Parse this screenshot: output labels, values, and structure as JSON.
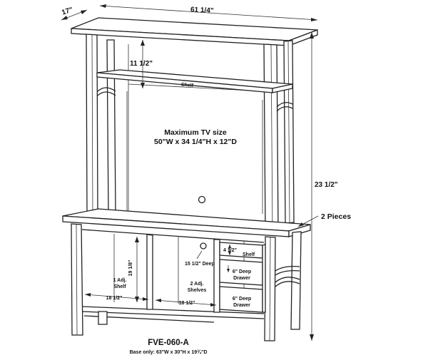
{
  "dimensions": {
    "depth": "17\"",
    "width": "61 1/4\"",
    "hutch_shelf_gap": "11 1/2\"",
    "total_height": "23 1/2\"",
    "left_opening_height": "19 1/8\"",
    "left_width": "18 1/2\"",
    "center_width": "18 1/2\"",
    "center_depth": "15 1/2\" Deep",
    "drawer_shelf_height": "4 1/2\""
  },
  "labels": {
    "hutch_shelf": "Shelf",
    "tv_size_title": "Maximum TV size",
    "tv_size_value": "50\"W x 34 1/4\"H x 12\"D",
    "pieces": "2 Pieces",
    "left_adj_shelf_line1": "1 Adj.",
    "left_adj_shelf_line2": "Shelf",
    "center_adj_shelves_line1": "2 Adj.",
    "center_adj_shelves_line2": "Shelves",
    "right_shelf": "Shelf",
    "drawer1_line1": "6\" Deep",
    "drawer1_line2": "Drawer",
    "drawer2_line1": "6\" Deep",
    "drawer2_line2": "Drawer"
  },
  "caption": {
    "model": "FVE-060-A",
    "base_only": "Base only: 63\"W x 30\"H x 19¾\"D"
  }
}
